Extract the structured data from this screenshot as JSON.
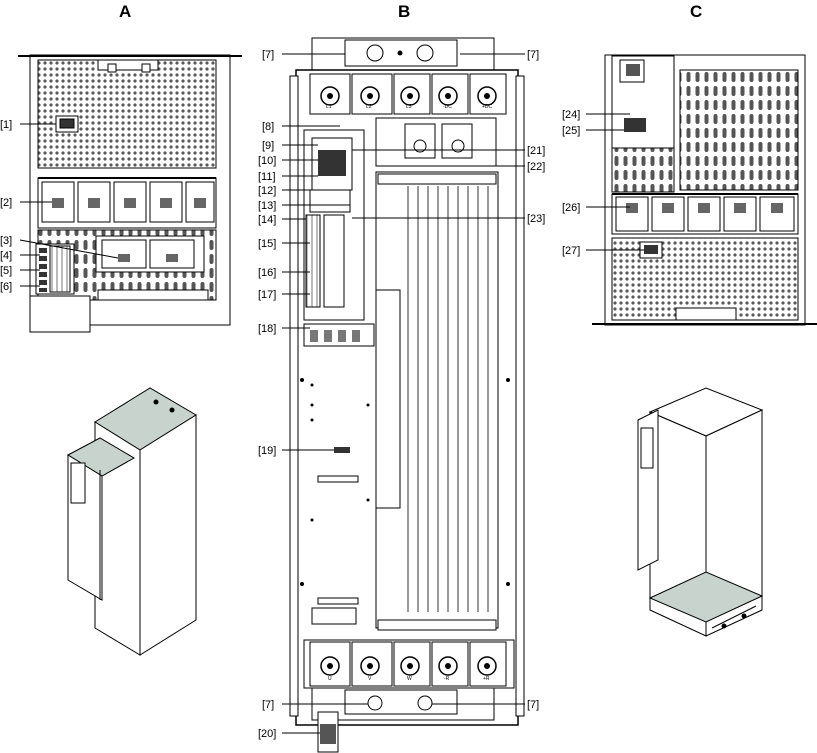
{
  "panels": {
    "a": {
      "letter": "A"
    },
    "b": {
      "letter": "B"
    },
    "c": {
      "letter": "C"
    }
  },
  "callouts": {
    "a": [
      "[1]",
      "[2]",
      "[3]",
      "[4]",
      "[5]",
      "[6]"
    ],
    "b_left": [
      "[8]",
      "[9]",
      "[10]",
      "[11]",
      "[12]",
      "[13]",
      "[14]",
      "[15]",
      "[16]",
      "[17]",
      "[18]",
      "[19]",
      "[20]"
    ],
    "b_right": [
      "[21]",
      "[22]",
      "[23]"
    ],
    "b_seven": "[7]",
    "c": [
      "[24]",
      "[25]",
      "[26]",
      "[27]"
    ]
  },
  "terminal_labels": {
    "top": [
      "L1",
      "L2",
      "L3",
      "-DC",
      "+DC"
    ],
    "bottom": [
      "U",
      "V",
      "W",
      "-R",
      "+R"
    ]
  }
}
